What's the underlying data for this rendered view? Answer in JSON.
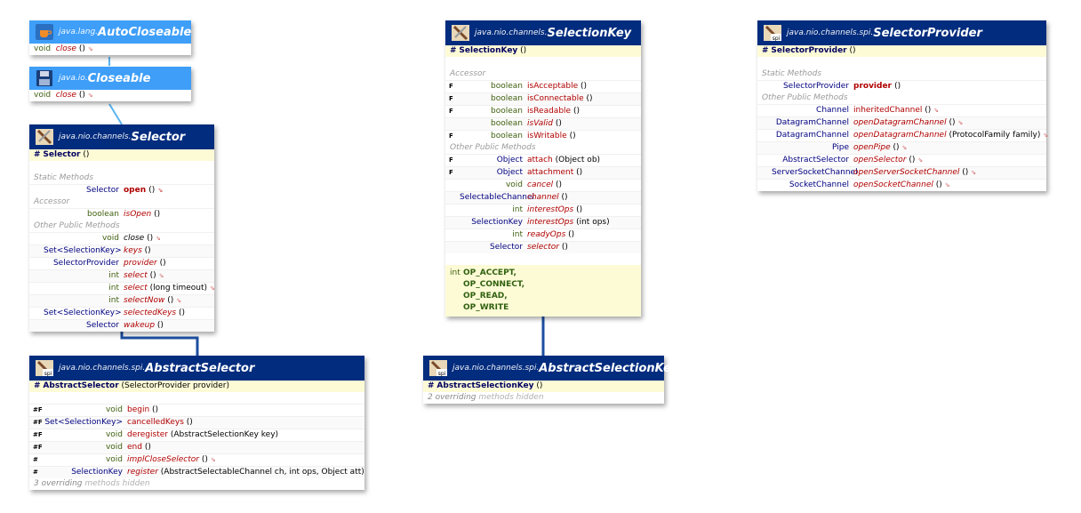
{
  "wire_colors": {
    "inherit": "#5ab4f0",
    "extends": "#1e4fa0"
  },
  "cards": {
    "autocloseable": {
      "pkg": "java.lang.",
      "name": "AutoCloseable",
      "icon": "coffee-cup-icon",
      "rows": [
        {
          "type": "void",
          "method": "close",
          "args": "()",
          "overridden": "⇘"
        }
      ]
    },
    "closeable": {
      "pkg": "java.io.",
      "name": "Closeable",
      "icon": "floppy-disk-icon",
      "rows": [
        {
          "type": "void",
          "method": "close",
          "args": "()",
          "overridden": "⇘"
        }
      ]
    },
    "selector": {
      "pkg": "java.nio.channels.",
      "name": "Selector",
      "icon": "java-tool-icon",
      "ctor": {
        "mod": "#",
        "name": "Selector",
        "args": "()"
      },
      "sec_static": "Static Methods",
      "sec_accessor": "Accessor",
      "sec_other": "Other Public Methods",
      "static_rows": [
        {
          "type": "Selector",
          "method": "open",
          "args": "()",
          "overridden": "⇘"
        }
      ],
      "accessor_rows": [
        {
          "type": "boolean",
          "method": "isOpen",
          "args": "()"
        }
      ],
      "other_rows": [
        {
          "type": "void",
          "method": "close",
          "args": "()",
          "overridden": "⇘"
        },
        {
          "type": "Set<SelectionKey>",
          "method": "keys",
          "args": "()"
        },
        {
          "type": "SelectorProvider",
          "method": "provider",
          "args": "()"
        },
        {
          "type": "int",
          "method": "select",
          "args": "()",
          "overridden": "⇘"
        },
        {
          "type": "int",
          "method": "select",
          "args": "(long timeout)",
          "overridden": "⇘"
        },
        {
          "type": "int",
          "method": "selectNow",
          "args": "()",
          "overridden": "⇘"
        },
        {
          "type": "Set<SelectionKey>",
          "method": "selectedKeys",
          "args": "()"
        },
        {
          "type": "Selector",
          "method": "wakeup",
          "args": "()"
        }
      ]
    },
    "abstractselector": {
      "pkg": "java.nio.channels.spi.",
      "name": "AbstractSelector",
      "icon": "spi-package-icon",
      "ctor": {
        "mod": "#",
        "name": "AbstractSelector",
        "args": "(SelectorProvider provider)"
      },
      "rows": [
        {
          "mod": "#F",
          "type": "void",
          "method": "begin",
          "args": "()"
        },
        {
          "mod": "#F",
          "type": "Set<SelectionKey>",
          "method": "cancelledKeys",
          "args": "()"
        },
        {
          "mod": "#F",
          "type": "void",
          "method": "deregister",
          "args": "(AbstractSelectionKey key)"
        },
        {
          "mod": "#F",
          "type": "void",
          "method": "end",
          "args": "()"
        },
        {
          "mod": "#",
          "type": "void",
          "method": "implCloseSelector",
          "args": "()",
          "overridden": "⇘"
        },
        {
          "mod": "#",
          "type": "SelectionKey",
          "method": "register",
          "args": "(AbstractSelectableChannel ch, int ops, Object att)"
        }
      ],
      "hidden_count": "3 overriding",
      "hidden_text": "methods hidden"
    },
    "selectionkey": {
      "pkg": "java.nio.channels.",
      "name": "SelectionKey",
      "icon": "java-tool-icon",
      "ctor": {
        "mod": "#",
        "name": "SelectionKey",
        "args": "()"
      },
      "sec_accessor": "Accessor",
      "sec_other": "Other Public Methods",
      "accessor_rows": [
        {
          "mod": "F",
          "type": "boolean",
          "method": "isAcceptable",
          "args": "()"
        },
        {
          "mod": "F",
          "type": "boolean",
          "method": "isConnectable",
          "args": "()"
        },
        {
          "mod": "F",
          "type": "boolean",
          "method": "isReadable",
          "args": "()"
        },
        {
          "mod": "",
          "type": "boolean",
          "method": "isValid",
          "args": "()"
        },
        {
          "mod": "F",
          "type": "boolean",
          "method": "isWritable",
          "args": "()"
        }
      ],
      "other_rows": [
        {
          "mod": "F",
          "type": "Object",
          "method": "attach",
          "args": "(Object ob)"
        },
        {
          "mod": "F",
          "type": "Object",
          "method": "attachment",
          "args": "()"
        },
        {
          "mod": "",
          "type": "void",
          "method": "cancel",
          "args": "()"
        },
        {
          "mod": "",
          "type": "SelectableChannel",
          "method": "channel",
          "args": "()"
        },
        {
          "mod": "",
          "type": "int",
          "method": "interestOps",
          "args": "()"
        },
        {
          "mod": "",
          "type": "SelectionKey",
          "method": "interestOps",
          "args": "(int ops)"
        },
        {
          "mod": "",
          "type": "int",
          "method": "readyOps",
          "args": "()"
        },
        {
          "mod": "",
          "type": "Selector",
          "method": "selector",
          "args": "()"
        }
      ],
      "field_type": "int",
      "fields": [
        "OP_ACCEPT,",
        "OP_CONNECT,",
        "OP_READ,",
        "OP_WRITE"
      ]
    },
    "abstractselectionkey": {
      "pkg": "java.nio.channels.spi.",
      "name": "AbstractSelectionKey",
      "icon": "spi-package-icon",
      "ctor": {
        "mod": "#",
        "name": "AbstractSelectionKey",
        "args": "()"
      },
      "hidden_count": "2 overriding",
      "hidden_text": "methods hidden"
    },
    "selectorprovider": {
      "pkg": "java.nio.channels.spi.",
      "name": "SelectorProvider",
      "icon": "spi-package-icon",
      "ctor": {
        "mod": "#",
        "name": "SelectorProvider",
        "args": "()"
      },
      "sec_static": "Static Methods",
      "sec_other": "Other Public Methods",
      "static_rows": [
        {
          "type": "SelectorProvider",
          "method": "provider",
          "args": "()"
        }
      ],
      "other_rows": [
        {
          "type": "Channel",
          "method": "inheritedChannel",
          "args": "()",
          "overridden": "⇘"
        },
        {
          "type": "DatagramChannel",
          "method": "openDatagramChannel",
          "args": "()",
          "overridden": "⇘"
        },
        {
          "type": "DatagramChannel",
          "method": "openDatagramChannel",
          "args": "(ProtocolFamily family)",
          "overridden": "⇘"
        },
        {
          "type": "Pipe",
          "method": "openPipe",
          "args": "()",
          "overridden": "⇘"
        },
        {
          "type": "AbstractSelector",
          "method": "openSelector",
          "args": "()",
          "overridden": "⇘"
        },
        {
          "type": "ServerSocketChannel",
          "method": "openServerSocketChannel",
          "args": "()",
          "overridden": "⇘"
        },
        {
          "type": "SocketChannel",
          "method": "openSocketChannel",
          "args": "()",
          "overridden": "⇘"
        }
      ]
    }
  }
}
